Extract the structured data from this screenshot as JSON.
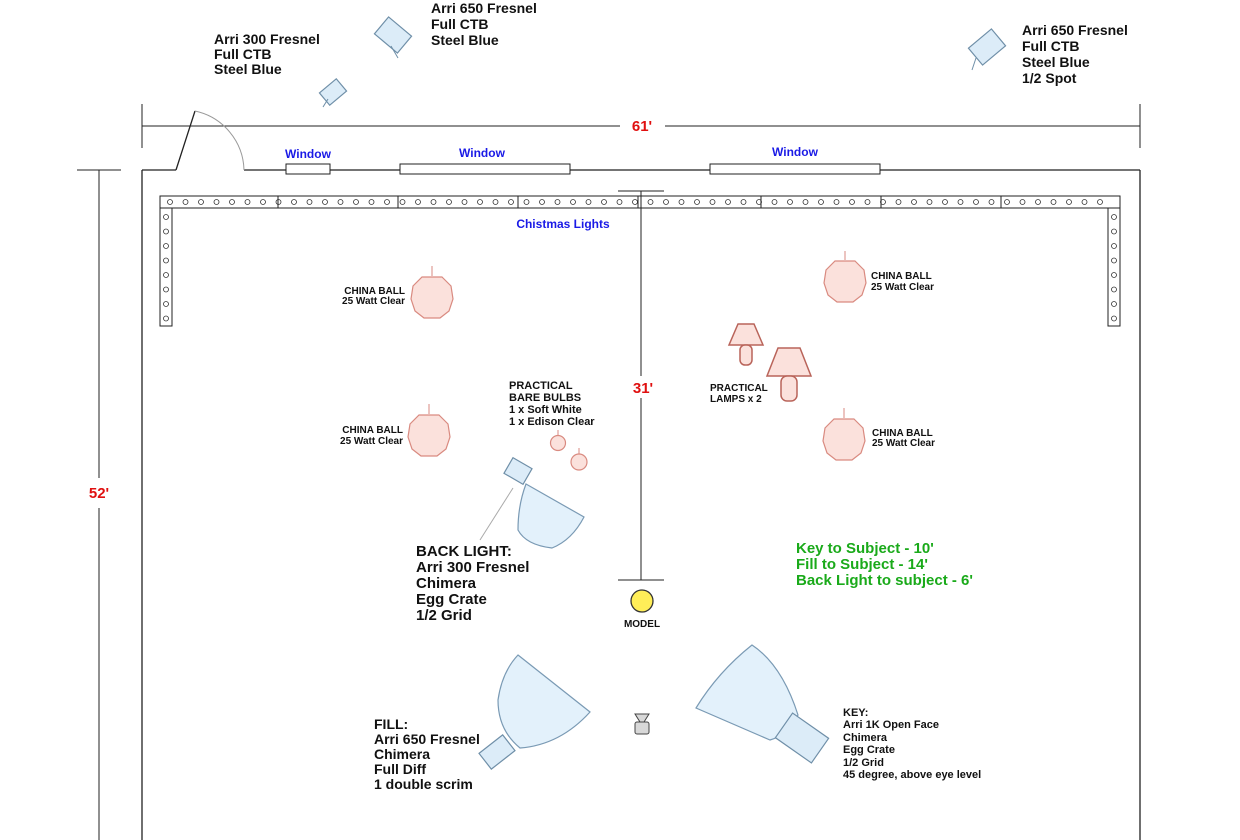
{
  "fixtures_outside": {
    "left_300": [
      "Arri 300 Fresnel",
      "Full CTB",
      "Steel Blue"
    ],
    "top_650": [
      "Arri 650 Fresnel",
      "Full CTB",
      "Steel Blue"
    ],
    "right_650": [
      "Arri 650 Fresnel",
      "Full CTB",
      "Steel Blue",
      "1/2 Spot"
    ]
  },
  "dimensions": {
    "width": "61'",
    "depth": "52'",
    "center": "31'"
  },
  "windows": [
    "Window",
    "Window",
    "Window"
  ],
  "christmas_lights": "Chistmas Lights",
  "china_balls": [
    [
      "CHINA BALL",
      "25 Watt Clear"
    ],
    [
      "CHINA BALL",
      "25 Watt Clear"
    ],
    [
      "CHINA BALL",
      "25 Watt Clear"
    ],
    [
      "CHINA BALL",
      "25 Watt Clear"
    ]
  ],
  "practical_bulbs": [
    "PRACTICAL",
    "BARE BULBS",
    "1 x Soft White",
    "1 x Edison Clear"
  ],
  "practical_lamps": [
    "PRACTICAL",
    "LAMPS x 2"
  ],
  "back_light": [
    "BACK LIGHT:",
    "Arri 300 Fresnel",
    "Chimera",
    "Egg Crate",
    "1/2 Grid"
  ],
  "model": "MODEL",
  "distances": [
    "Key to Subject - 10'",
    "Fill to Subject - 14'",
    "Back Light to subject - 6'"
  ],
  "fill": [
    "FILL:",
    "Arri 650 Fresnel",
    "Chimera",
    "Full Diff",
    "1 double scrim"
  ],
  "key": [
    "KEY:",
    "Arri 1K Open Face",
    "Chimera",
    "Egg Crate",
    "1/2 Grid",
    "45 degree, above eye level"
  ],
  "colors": {
    "dimension": "#e01010",
    "window_label": "#1a1ae6",
    "distance_note": "#1aaa1a",
    "practical": "#fbe1dc",
    "fixture": "#dcecf8"
  }
}
